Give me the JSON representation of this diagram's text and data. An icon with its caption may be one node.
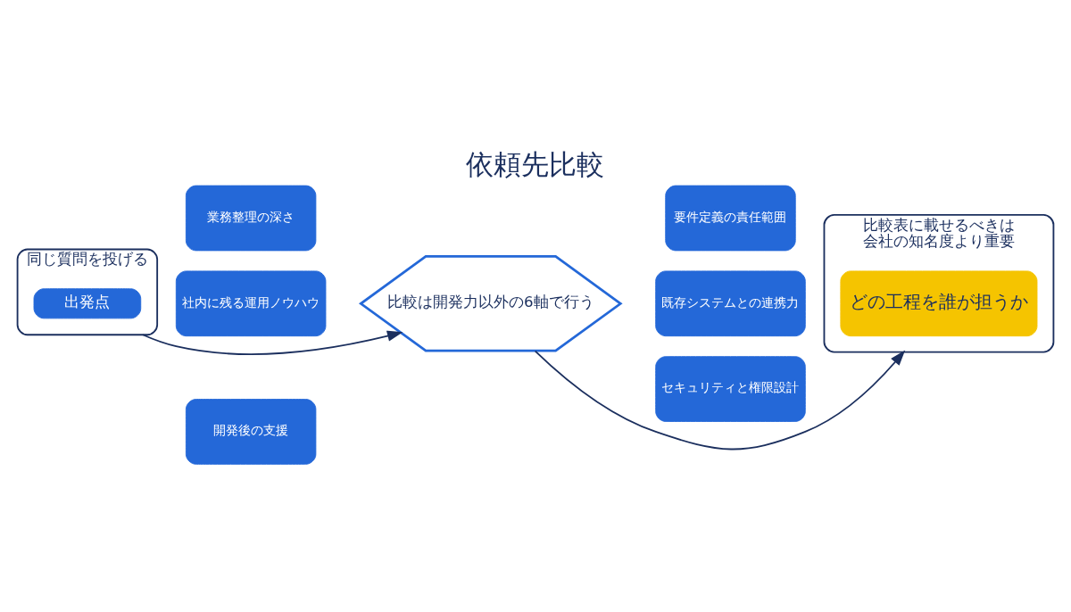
{
  "diagram": {
    "title": "依頼先比較",
    "nodes": [
      {
        "text": [
          "同じ質問を投げる"
        ]
      },
      {
        "text": [
          "出発点"
        ],
        "in": 0
      },
      {
        "text": [
          "業務整理の深さ"
        ]
      },
      {
        "text": [
          "要件定義の責任範囲"
        ]
      },
      {
        "text": [
          "社内に残る運用ノウハウ"
        ]
      },
      {
        "text": [
          "比較は開発力以外の6軸で行う"
        ]
      },
      {
        "text": [
          "既存システムとの連携力"
        ]
      },
      {
        "text": [
          "開発後の支援"
        ]
      },
      {
        "text": [
          "セキュリティと権限設計"
        ]
      },
      {
        "text": [
          "比較表に載せるべきは",
          "会社の知名度より重要"
        ]
      },
      {
        "text": [
          "どの工程を誰が担うか"
        ],
        "in": 9
      }
    ],
    "edges": [
      {
        "from": 0,
        "to": 5,
        "arrow": "to"
      },
      {
        "from": 5,
        "to": 9,
        "arrow": "to"
      }
    ]
  }
}
